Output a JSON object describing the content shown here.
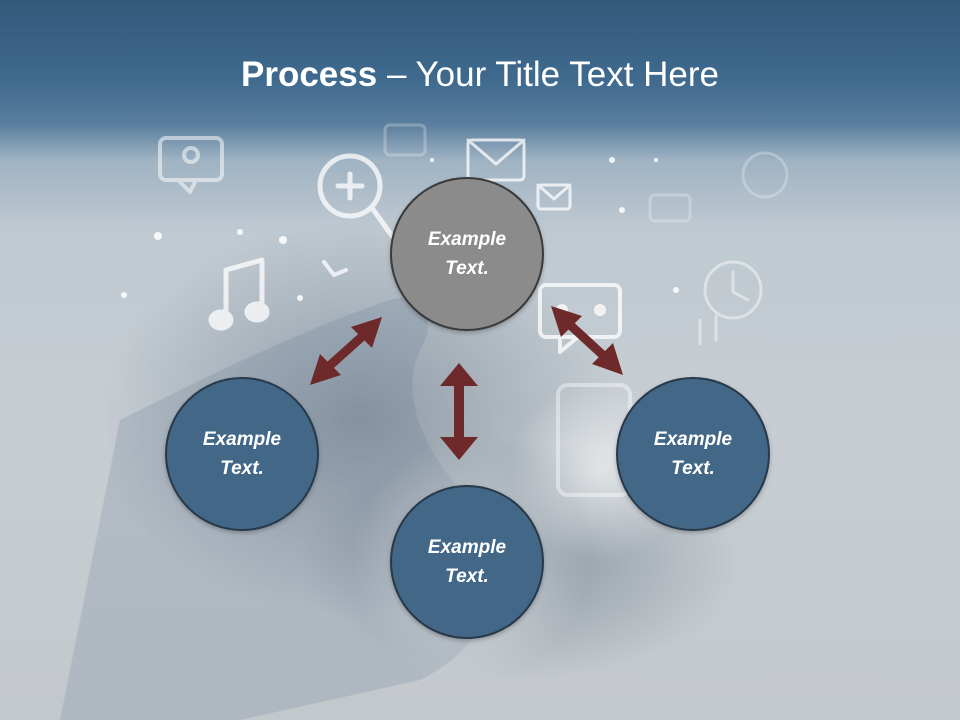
{
  "slide": {
    "title_bold": "Process",
    "title_rest": " – Your Title Text Here"
  },
  "nodes": {
    "top": "Example Text.",
    "left": "Example Text.",
    "right": "Example Text.",
    "bottom": "Example Text."
  },
  "colors": {
    "header": "#3f6a8e",
    "node_blue": "#436887",
    "node_gray": "#8b8b8b",
    "arrow": "#6e2a2a",
    "background": "#c5cbd0"
  },
  "icons": [
    "message-icon",
    "search-plus-icon",
    "mail-icon",
    "music-note-icon",
    "chat-icon",
    "clock-icon",
    "smartphone-icon",
    "hand-icon"
  ]
}
